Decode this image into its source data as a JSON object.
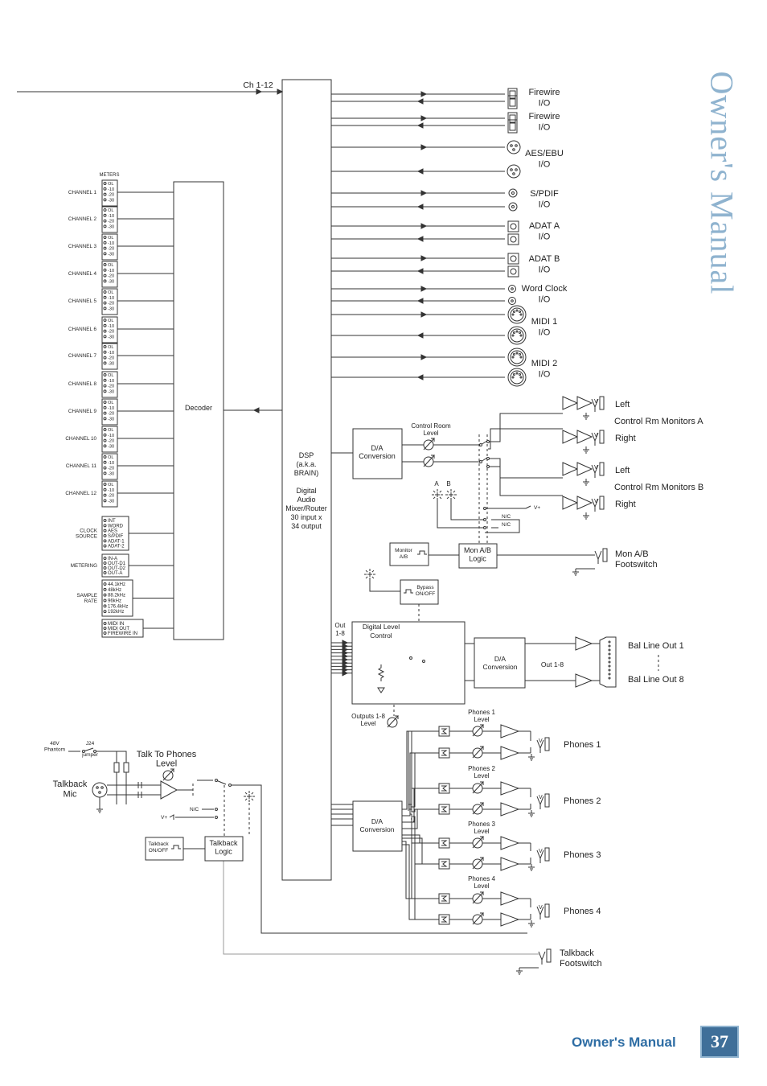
{
  "page": {
    "side_title": "Owner's Manual",
    "footer_title": "Owner's Manual",
    "page_number": "37"
  },
  "diagram": {
    "input_label": "Ch 1-12",
    "dsp": [
      "DSP",
      "(a.k.a.",
      "BRAIN)",
      "",
      "Digital",
      "Audio",
      "Mixer/Router",
      "30 input x",
      "34 output"
    ],
    "decoder": "Decoder",
    "meters_header": "METERS",
    "meter_levels": [
      "OL",
      "-10",
      "-20",
      "-30"
    ],
    "channels": [
      "CHANNEL 1",
      "CHANNEL 2",
      "CHANNEL 3",
      "CHANNEL 4",
      "CHANNEL 5",
      "CHANNEL 6",
      "CHANNEL 7",
      "CHANNEL 8",
      "CHANNEL 9",
      "CHANNEL 10",
      "CHANNEL 11",
      "CHANNEL 12"
    ],
    "clock_source": {
      "label": [
        "CLOCK",
        "SOURCE"
      ],
      "items": [
        "INT",
        "WORD",
        "AES",
        "S/PDIF",
        "ADAT-1",
        "ADAT-2"
      ]
    },
    "metering": {
      "label": [
        "METERING"
      ],
      "items": [
        "IN-A",
        "OUT-D1",
        "OUT-D2",
        "OUT-A"
      ]
    },
    "sample_rate": {
      "label": [
        "SAMPLE",
        "RATE"
      ],
      "items": [
        "44.1kHz",
        "48kHz",
        "88.2kHz",
        "96kHz",
        "176.4kHz",
        "192kHz"
      ]
    },
    "midi_status": {
      "items": [
        "MIDI IN",
        "MIDI OUT",
        "FIREWIRE IN"
      ]
    },
    "io_ports": [
      {
        "lines": [
          "Firewire",
          "I/O"
        ]
      },
      {
        "lines": [
          "Firewire",
          "I/O"
        ]
      },
      {
        "lines": [
          "AES/EBU",
          "I/O"
        ]
      },
      {
        "lines": [
          "S/PDIF",
          "I/O"
        ]
      },
      {
        "lines": [
          "ADAT A",
          "I/O"
        ]
      },
      {
        "lines": [
          "ADAT B",
          "I/O"
        ]
      },
      {
        "lines": [
          "Word Clock",
          "I/O"
        ]
      },
      {
        "lines": [
          "MIDI 1",
          "I/O"
        ]
      },
      {
        "lines": [
          "MIDI 2",
          "I/O"
        ]
      }
    ],
    "control_room": {
      "level": [
        "Control Room",
        "Level"
      ],
      "da": [
        "D/A",
        "Conversion"
      ],
      "left_a": "Left",
      "monitors_a": "Control Rm Monitors A",
      "right_a": "Right",
      "left_b": "Left",
      "monitors_b": "Control Rm Monitors B",
      "right_b": "Right",
      "a": "A",
      "b": "B",
      "nc1": "N/C",
      "nc2": "N/C",
      "vplus": "V+"
    },
    "monitor_ab": [
      "Monitor",
      "A/B"
    ],
    "mon_ab_logic": [
      "Mon A/B",
      "Logic"
    ],
    "mon_ab_footswitch": [
      "Mon A/B",
      "Footswitch"
    ],
    "bypass": [
      "Bypass",
      "ON/OFF"
    ],
    "out18": [
      "Out",
      "1-8"
    ],
    "digital_level": [
      "Digital Level",
      "Control"
    ],
    "da_out": [
      "D/A",
      "Conversion"
    ],
    "out18_label": "Out 1-8",
    "bal_out_1": "Bal Line Out 1",
    "bal_out_8": "Bal Line Out 8",
    "outputs_level": [
      "Outputs 1-8",
      "Level"
    ],
    "phones": [
      {
        "level": [
          "Phones 1",
          "Level"
        ],
        "label": "Phones 1"
      },
      {
        "level": [
          "Phones 2",
          "Level"
        ],
        "label": "Phones 2"
      },
      {
        "level": [
          "Phones 3",
          "Level"
        ],
        "label": "Phones 3"
      },
      {
        "level": [
          "Phones 4",
          "Level"
        ],
        "label": "Phones 4"
      }
    ],
    "da_phones": [
      "D/A",
      "Conversion"
    ],
    "talkback": {
      "phantom": [
        "48V",
        "Phantom"
      ],
      "j24": "J24",
      "jumper": "jumper",
      "to_phones": [
        "Talk To Phones",
        "Level"
      ],
      "mic": [
        "Talkback",
        "Mic"
      ],
      "nc": "N/C",
      "vplus": "V+",
      "onoff": [
        "Talkback",
        "ON/OFF"
      ],
      "logic": [
        "Talkback",
        "Logic"
      ],
      "footswitch": [
        "Talkback",
        "Footswitch"
      ]
    }
  }
}
